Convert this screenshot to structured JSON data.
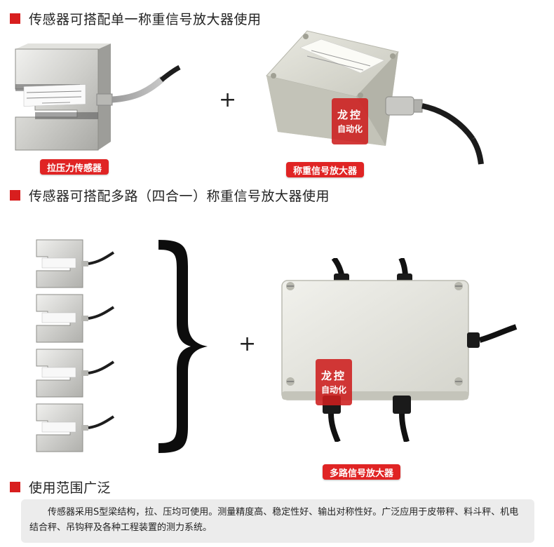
{
  "sections": [
    {
      "title": "传感器可搭配单一称重信号放大器使用"
    },
    {
      "title": "传感器可搭配多路（四合一）称重信号放大器使用"
    },
    {
      "title": "使用范围广泛"
    }
  ],
  "labels": {
    "load_cell": "拉压力传感器",
    "single_amp": "称重信号放大器",
    "multi_amp": "多路信号放大器"
  },
  "plus_sign": "+",
  "brand": {
    "line1": "龙控",
    "line2": "自动化"
  },
  "usage_text": "传感器采用S型梁结构，拉、压均可使用。测量精度高、稳定性好、输出对称性好。广泛应用于皮带秤、料斗秤、机电结合秤、吊钩秤及各种工程装置的测力系统。",
  "accent_color": "#d81e1e"
}
